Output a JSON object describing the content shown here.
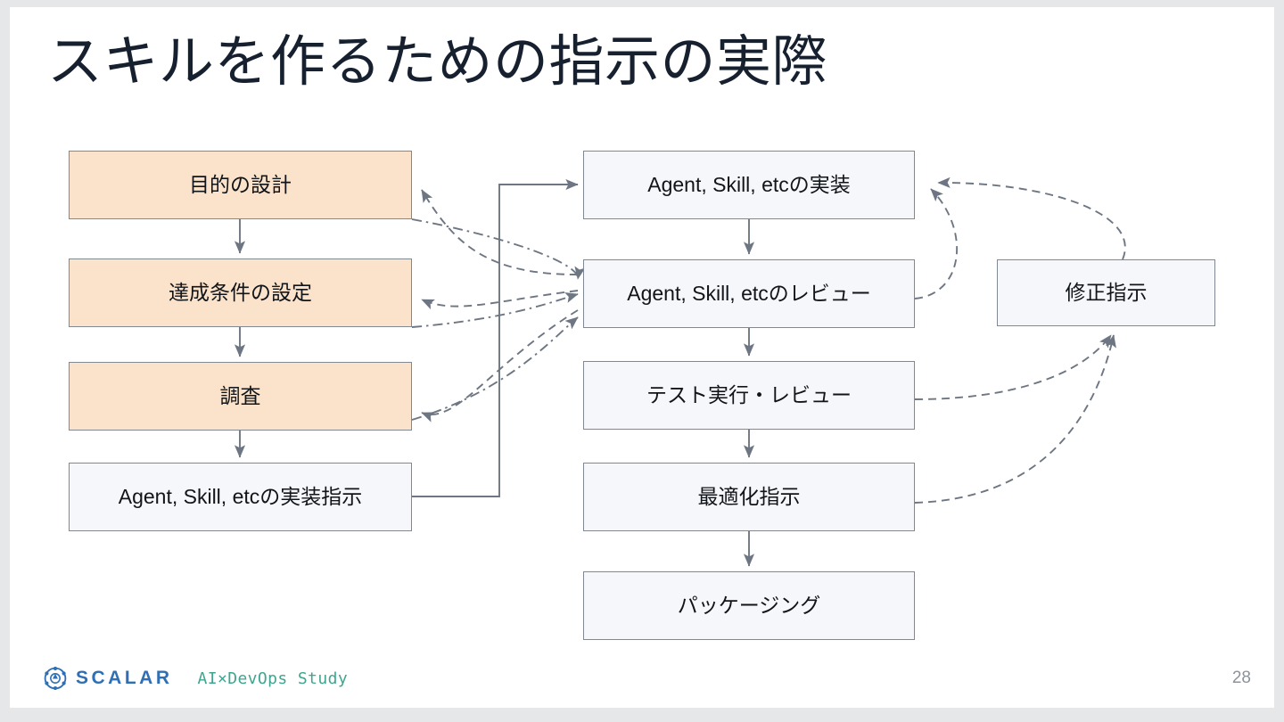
{
  "slide": {
    "title": "スキルを作るための指示の実際",
    "page_number": "28",
    "title_color": "#16202f",
    "background_color": "#ffffff",
    "canvas_color": "#e6e7e9"
  },
  "colors": {
    "node_orange_fill": "#fbe3cb",
    "node_plain_fill": "#f6f7fa",
    "node_border": "#7f8893",
    "connector": "#6d7682",
    "brand_blue": "#2f6fb5",
    "brand_teal": "#3fa58f",
    "page_number_color": "#8d939b"
  },
  "diagram": {
    "type": "flowchart",
    "left_column": [
      {
        "id": "purpose",
        "label": "目的の設計",
        "style": "orange"
      },
      {
        "id": "criteria",
        "label": "達成条件の設定",
        "style": "orange"
      },
      {
        "id": "research",
        "label": "調査",
        "style": "orange"
      },
      {
        "id": "implorder",
        "label": "Agent, Skill, etcの実装指示",
        "style": "plain"
      }
    ],
    "right_column": [
      {
        "id": "impl",
        "label": "Agent, Skill, etcの実装",
        "style": "plain"
      },
      {
        "id": "review",
        "label": "Agent, Skill, etcのレビュー",
        "style": "plain"
      },
      {
        "id": "test",
        "label": "テスト実行・レビュー",
        "style": "plain"
      },
      {
        "id": "optimize",
        "label": "最適化指示",
        "style": "plain"
      },
      {
        "id": "package",
        "label": "パッケージング",
        "style": "plain"
      }
    ],
    "far_right": [
      {
        "id": "fixorder",
        "label": "修正指示",
        "style": "plain"
      }
    ],
    "edges": [
      {
        "from": "purpose",
        "to": "criteria",
        "style": "solid"
      },
      {
        "from": "criteria",
        "to": "research",
        "style": "solid"
      },
      {
        "from": "research",
        "to": "implorder",
        "style": "solid"
      },
      {
        "from": "implorder",
        "to": "impl",
        "style": "solid"
      },
      {
        "from": "impl",
        "to": "review",
        "style": "solid"
      },
      {
        "from": "review",
        "to": "test",
        "style": "solid"
      },
      {
        "from": "test",
        "to": "optimize",
        "style": "solid"
      },
      {
        "from": "optimize",
        "to": "package",
        "style": "solid"
      },
      {
        "from": "purpose",
        "to": "review",
        "style": "dash-dot"
      },
      {
        "from": "criteria",
        "to": "review",
        "style": "dash-dot"
      },
      {
        "from": "research",
        "to": "review",
        "style": "dash-dot"
      },
      {
        "from": "review",
        "to": "purpose",
        "style": "dashed"
      },
      {
        "from": "review",
        "to": "criteria",
        "style": "dashed"
      },
      {
        "from": "review",
        "to": "research",
        "style": "dashed"
      },
      {
        "from": "review",
        "to": "impl",
        "style": "dashed"
      },
      {
        "from": "test",
        "to": "fixorder",
        "style": "dashed"
      },
      {
        "from": "optimize",
        "to": "fixorder",
        "style": "dashed"
      },
      {
        "from": "fixorder",
        "to": "impl",
        "style": "dashed"
      }
    ]
  },
  "footer": {
    "brand_name": "SCALAR",
    "event_name": "AI×DevOps Study"
  }
}
